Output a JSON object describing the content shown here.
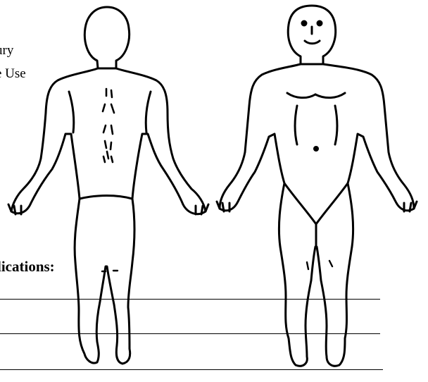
{
  "text_fragments": {
    "line_1": "ury",
    "line_2": "e Use",
    "heading": "lications:"
  },
  "figures": {
    "back_view_name": "body-diagram-back",
    "front_view_name": "body-diagram-front"
  },
  "colors": {
    "ink": "#000000",
    "paper": "#ffffff"
  }
}
